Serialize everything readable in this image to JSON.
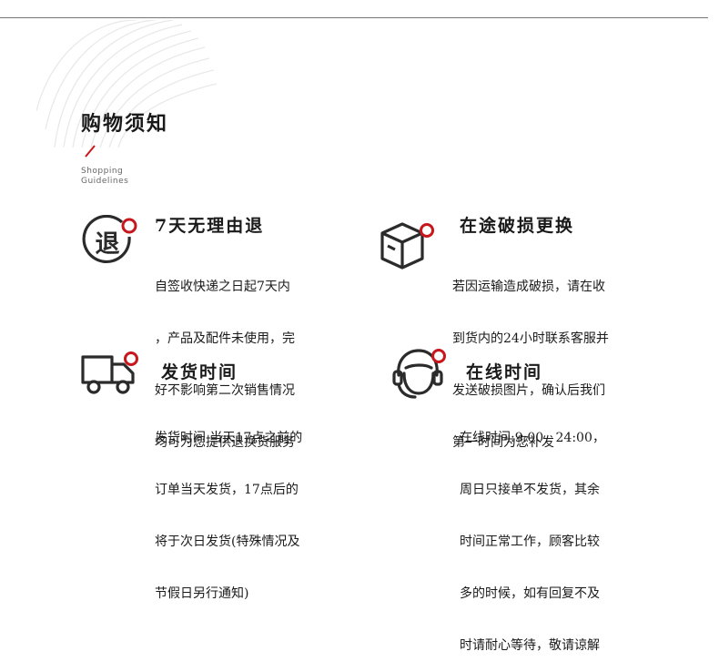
{
  "page": {
    "title": "购物须知",
    "subtitle_line1": "Shopping",
    "subtitle_line2": "Guidelines"
  },
  "colors": {
    "accent": "#c8161d",
    "icon": "#2b2b2b"
  },
  "sections": [
    {
      "icon": "return-seal-icon",
      "icon_glyph": "退",
      "heading": "7天无理由退",
      "lines": [
        "自签收快递之日起7天内",
        "，产品及配件未使用，完",
        "好不影响第二次销售情况",
        "均可为您提供退换货服务"
      ]
    },
    {
      "icon": "box-icon",
      "heading": "在途破损更换",
      "lines": [
        "若因运输造成破损，请在收",
        "到货内的24小时联系客服并",
        "发送破损图片，确认后我们",
        "第一时间为您补发"
      ]
    },
    {
      "icon": "truck-icon",
      "heading": "发货时间",
      "lines": [
        "发货时间 当天17点之前的",
        "订单当天发货，17点后的",
        "将于次日发货(特殊情况及",
        "节假日另行通知)"
      ]
    },
    {
      "icon": "headset-icon",
      "heading": "在线时间",
      "lines": [
        "在线时间:9:00   24:00，",
        "周日只接单不发货，其余",
        "时间正常工作，顾客比较",
        "多的时候，如有回复不及",
        "时请耐心等待，敬请谅解"
      ]
    }
  ]
}
